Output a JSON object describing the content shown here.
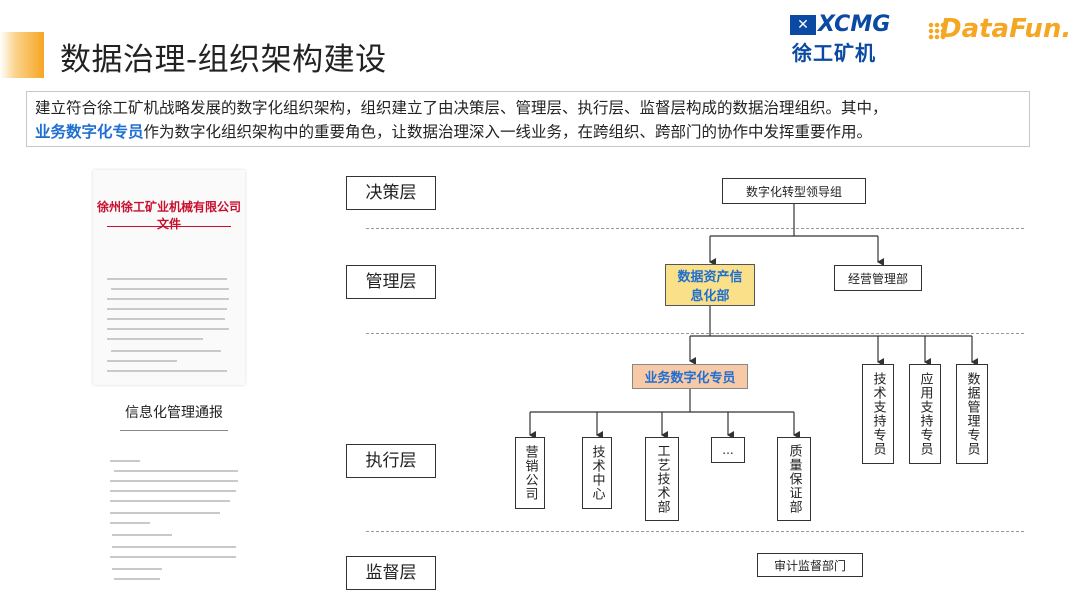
{
  "header": {
    "title": "数据治理-组织架构建设",
    "logo_xcmg_brand": "XCMG",
    "logo_xcmg_cn": "徐工矿机",
    "logo_datafun": "DataFun."
  },
  "intro": {
    "line1": "建立符合徐工矿机战略发展的数字化组织架构，组织建立了由决策层、管理层、执行层、监督层构成的数据治理组织。其中，",
    "highlight": "业务数字化专员",
    "line2_rest": "作为数字化组织架构中的重要角色，让数据治理深入一线业务，在跨组织、跨部门的协作中发挥重要作用。"
  },
  "documents": {
    "doc1_head": "徐州徐工矿业机械有限公司文件",
    "doc2_head": "信息化管理通报"
  },
  "layers": [
    "决策层",
    "管理层",
    "执行层",
    "监督层"
  ],
  "diagram": {
    "top": "数字化转型领导组",
    "data_asset": "数据资产信息化部",
    "operations": "经营管理部",
    "biz_specialist": "业务数字化专员",
    "exec_units": [
      "营销公司",
      "技术中心",
      "工艺技术部",
      "...",
      "质量保证部"
    ],
    "specialists": [
      "技术支持专员",
      "应用支持专员",
      "数据管理专员"
    ],
    "audit": "审计监督部门"
  }
}
